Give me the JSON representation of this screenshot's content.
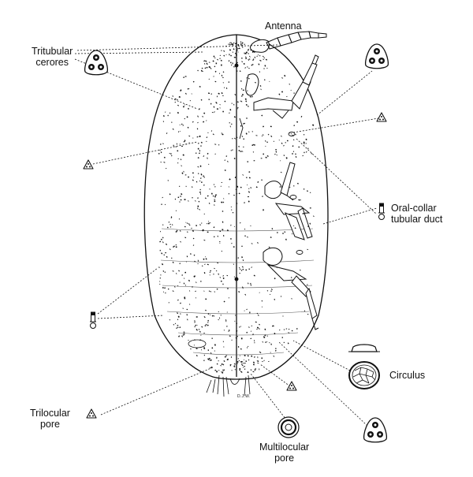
{
  "labels": {
    "antenna": "Antenna",
    "tritubular_line1": "Tritubular",
    "tritubular_line2": "cerores",
    "oral_collar_line1": "Oral-collar",
    "oral_collar_line2": "tubular duct",
    "circulus": "Circulus",
    "trilocular_line1": "Trilocular",
    "trilocular_line2": "pore",
    "multilocular_line1": "Multilocular",
    "multilocular_line2": "pore"
  },
  "artist_initials": "D.J.W.",
  "colors": {
    "ink": "#111111",
    "paper": "#ffffff"
  },
  "icons": [
    "tritubular-cerore-icon",
    "trilocular-pore-icon",
    "oral-collar-duct-icon",
    "circulus-icon",
    "multilocular-pore-icon"
  ]
}
